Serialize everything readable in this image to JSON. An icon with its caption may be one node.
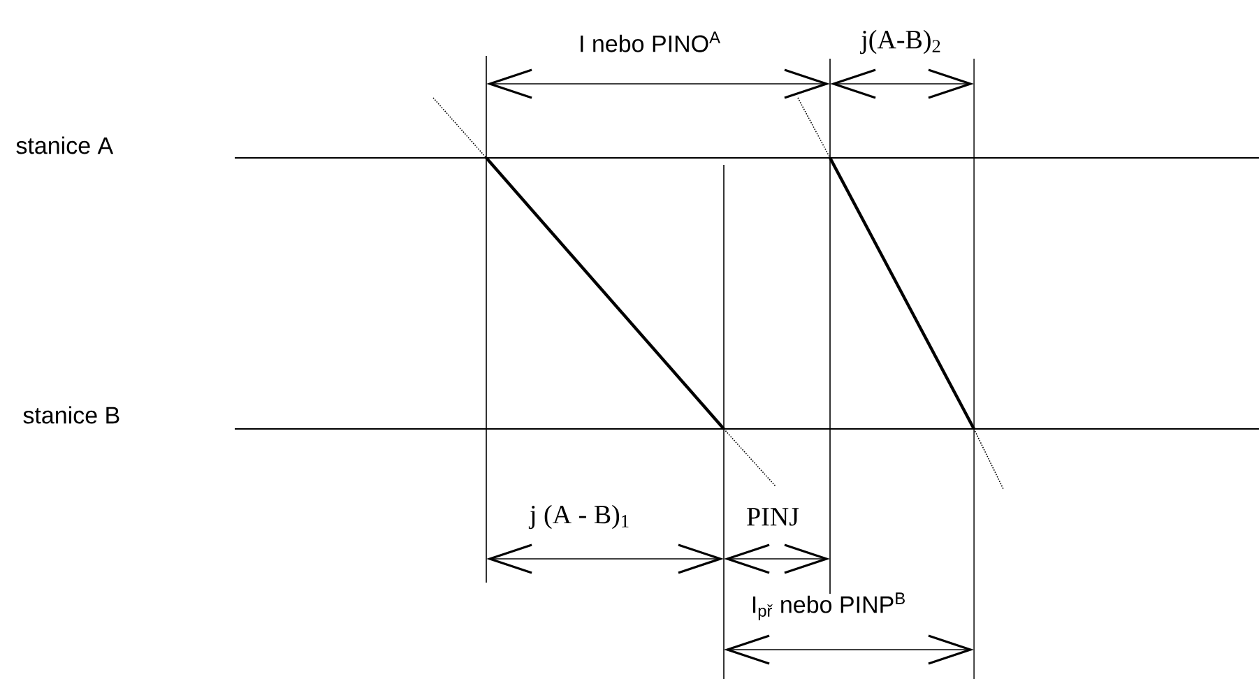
{
  "diagram": {
    "labels": [
      "I nebo PINO$^{A}$",
      "j(A-B)$_{2}$",
      "stanice A",
      "stanice B",
      "j (A - B)$_{1}$",
      "PINJ",
      "I$_{př}$ nebo PINP$^{B}$"
    ]
  }
}
